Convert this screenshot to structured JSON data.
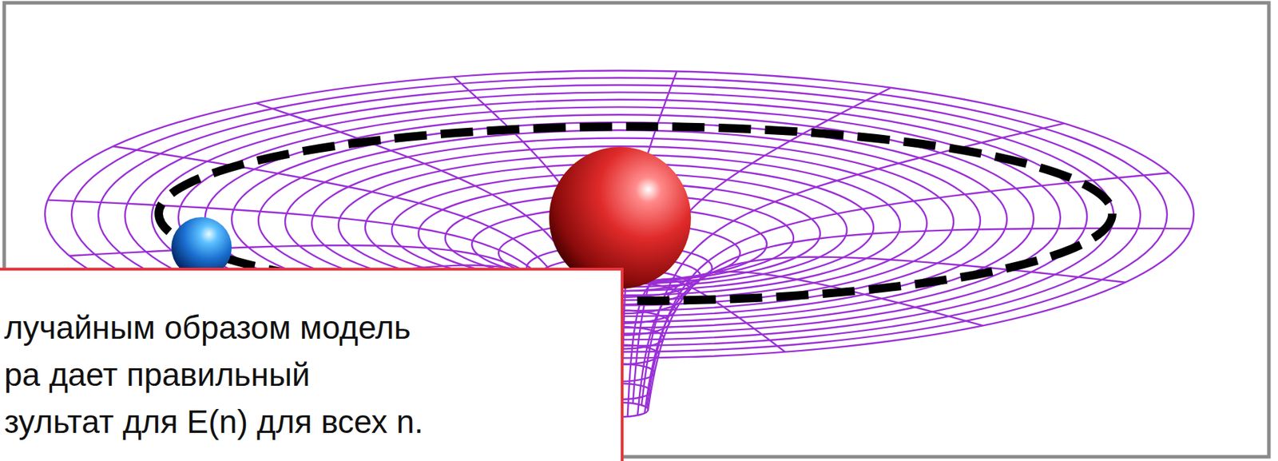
{
  "diagram": {
    "nodes": [
      {
        "text": [
          "лучайным образом модель",
          "ра дает правильный",
          "зультат для E(n) для всех n."
        ]
      }
    ]
  }
}
